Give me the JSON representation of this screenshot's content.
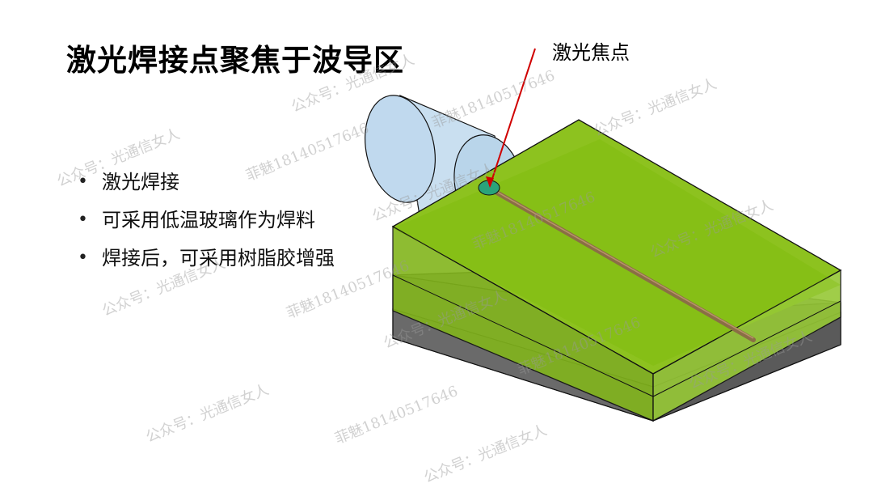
{
  "title": "激光焊接点聚焦于波导区",
  "callout": "激光焦点",
  "bullets": [
    "激光焊接",
    "可采用低温玻璃作为焊料",
    "焊接后，可采用树脂胶增强"
  ],
  "bullet_symbol": "•",
  "watermarks": {
    "wechat": "公众号：光通信女人",
    "phone": "菲魅18140517646"
  },
  "colors": {
    "chip_top": "#8dc21f",
    "chip_side": "#7fb01a",
    "substrate": "#6e6e6e",
    "fiber": "#bcd7ec",
    "waveguide": "#8a6e45",
    "pointer": "#d00000",
    "focus": "#2aa37a"
  }
}
